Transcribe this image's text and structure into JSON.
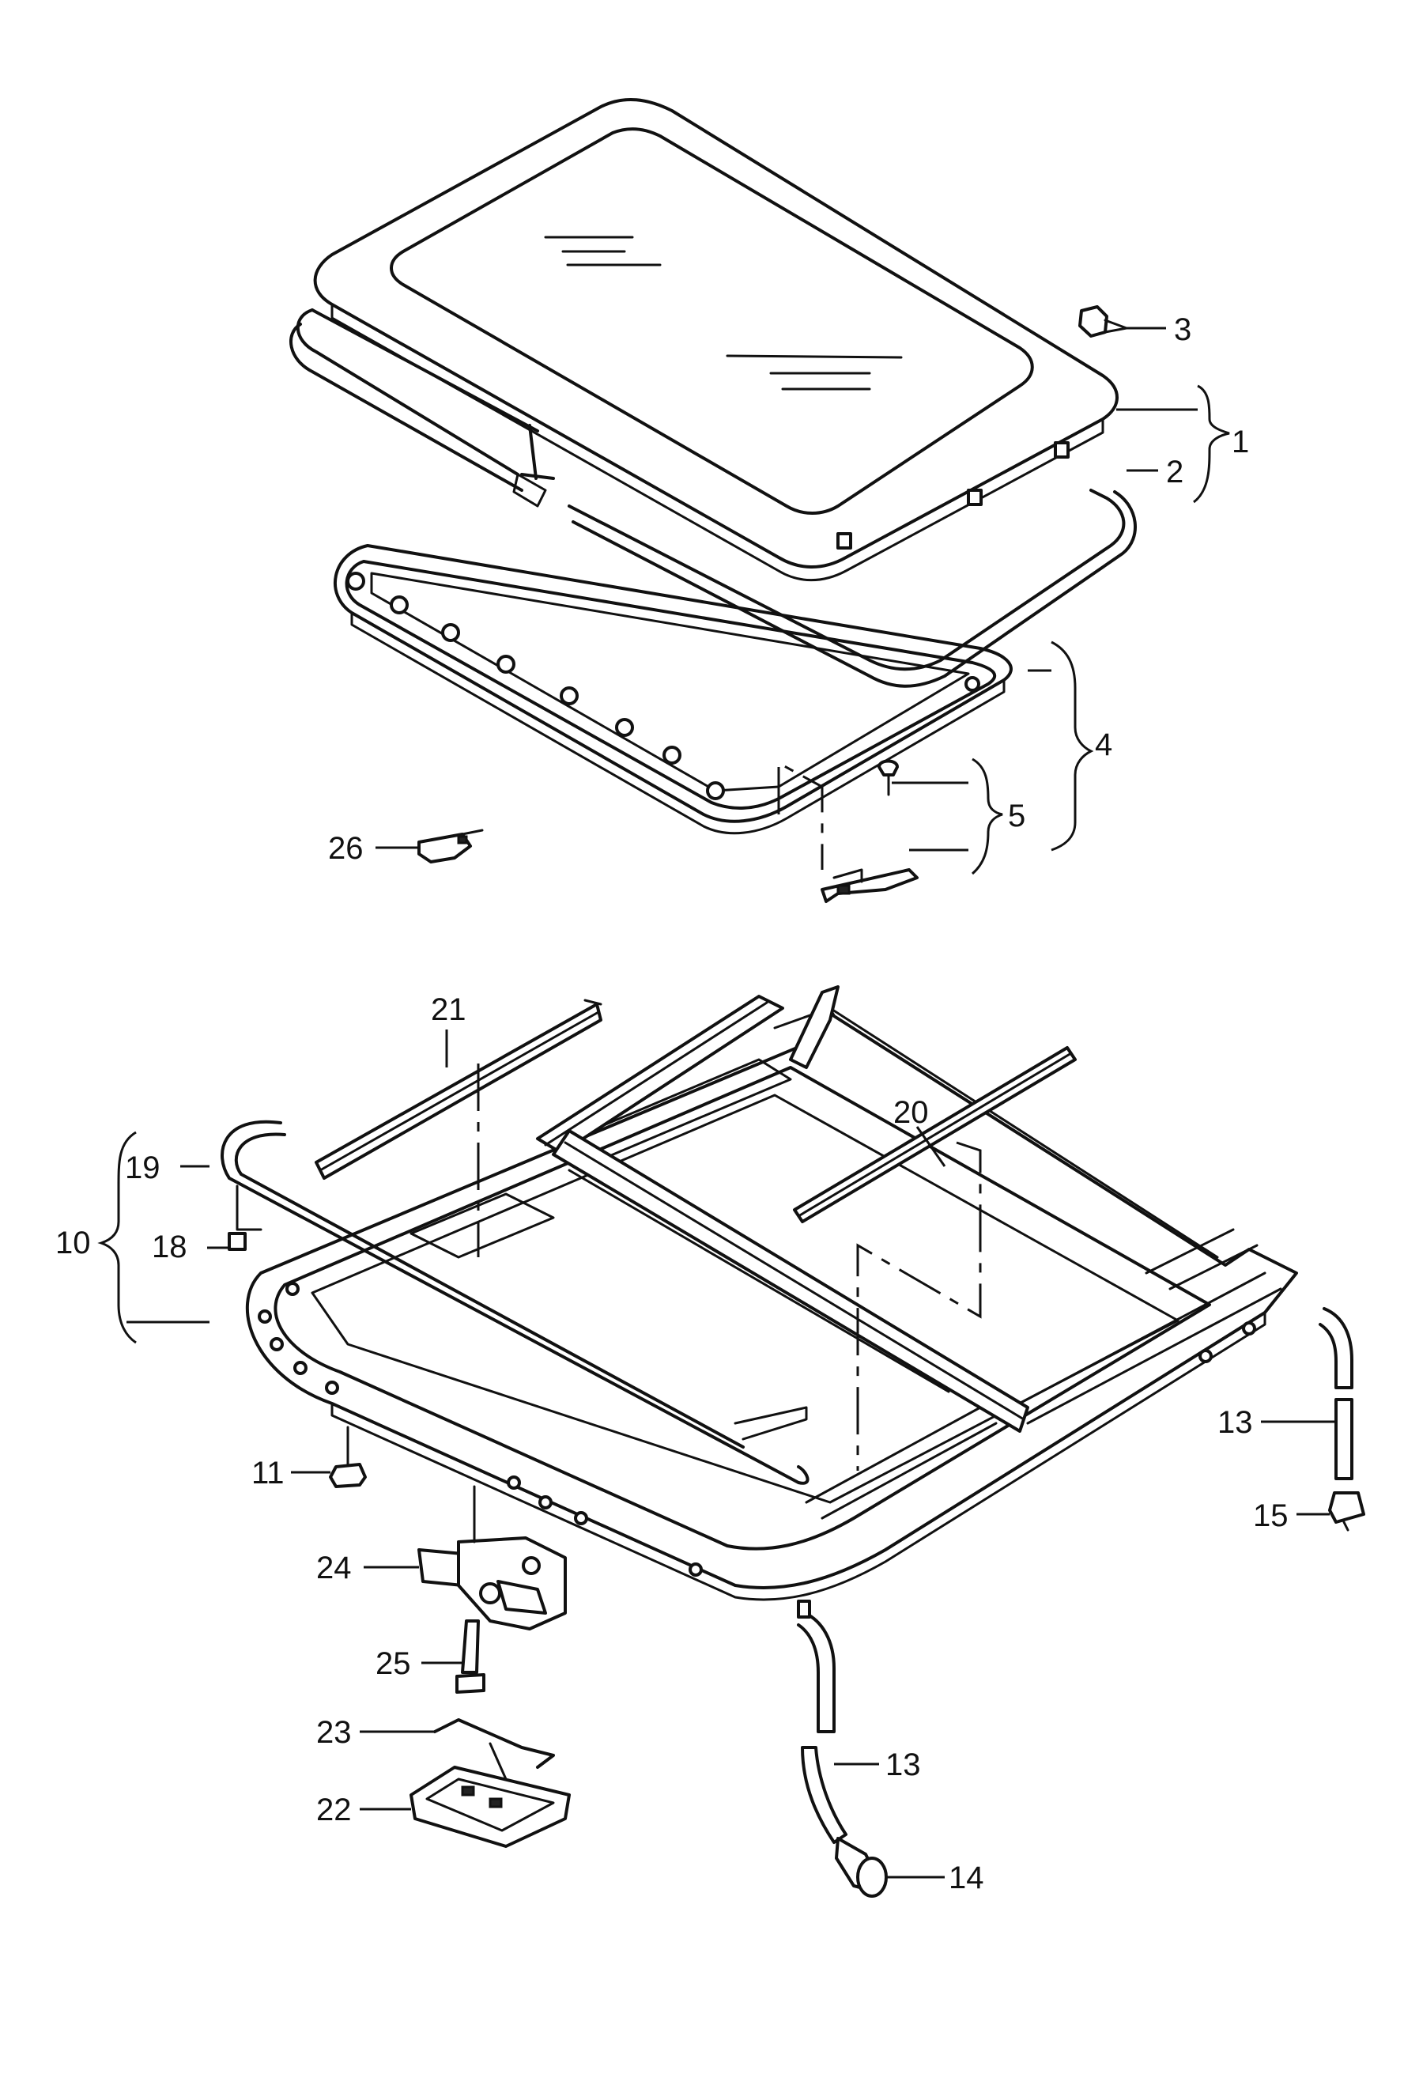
{
  "diagram": {
    "callouts": [
      {
        "id": "c1",
        "label": "1"
      },
      {
        "id": "c2",
        "label": "2"
      },
      {
        "id": "c3",
        "label": "3"
      },
      {
        "id": "c4",
        "label": "4"
      },
      {
        "id": "c5",
        "label": "5"
      },
      {
        "id": "c10",
        "label": "10"
      },
      {
        "id": "c11",
        "label": "11"
      },
      {
        "id": "c13a",
        "label": "13"
      },
      {
        "id": "c13b",
        "label": "13"
      },
      {
        "id": "c14",
        "label": "14"
      },
      {
        "id": "c15",
        "label": "15"
      },
      {
        "id": "c18",
        "label": "18"
      },
      {
        "id": "c19",
        "label": "19"
      },
      {
        "id": "c20",
        "label": "20"
      },
      {
        "id": "c21",
        "label": "21"
      },
      {
        "id": "c22",
        "label": "22"
      },
      {
        "id": "c23",
        "label": "23"
      },
      {
        "id": "c24",
        "label": "24"
      },
      {
        "id": "c25",
        "label": "25"
      },
      {
        "id": "c26",
        "label": "26"
      }
    ]
  }
}
